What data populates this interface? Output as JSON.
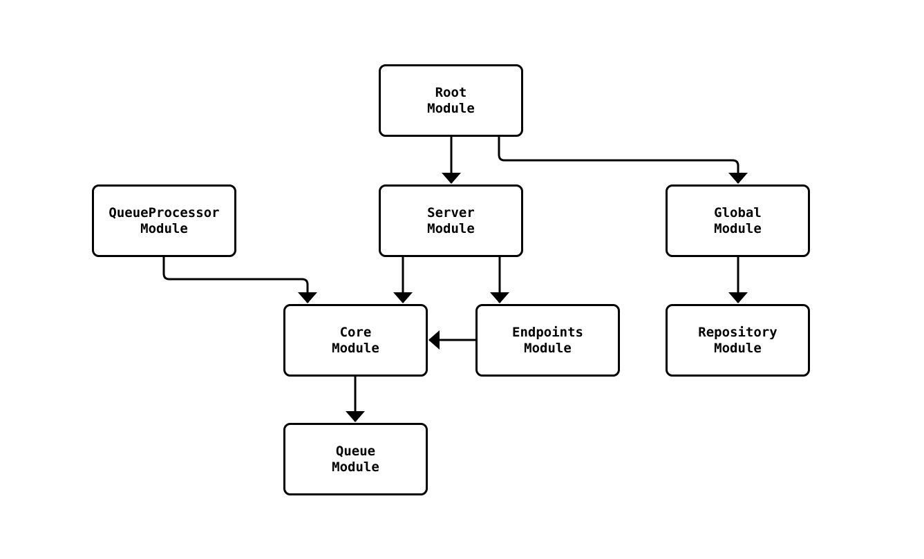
{
  "diagram": {
    "type": "module-dependency-graph",
    "background_color": "#ffffff",
    "node_border_color": "#000000",
    "node_fill_color": "#ffffff",
    "edge_color": "#000000",
    "text_color": "#000000",
    "nodes": [
      {
        "id": "root",
        "label": "Root\nModule"
      },
      {
        "id": "queueprocessor",
        "label": "QueueProcessor\nModule"
      },
      {
        "id": "server",
        "label": "Server\nModule"
      },
      {
        "id": "global",
        "label": "Global\nModule"
      },
      {
        "id": "core",
        "label": "Core\nModule"
      },
      {
        "id": "endpoints",
        "label": "Endpoints\nModule"
      },
      {
        "id": "repository",
        "label": "Repository\nModule"
      },
      {
        "id": "queue",
        "label": "Queue\nModule"
      }
    ],
    "edges": [
      {
        "from": "root",
        "to": "server"
      },
      {
        "from": "root",
        "to": "global"
      },
      {
        "from": "queueprocessor",
        "to": "core"
      },
      {
        "from": "server",
        "to": "core"
      },
      {
        "from": "server",
        "to": "endpoints"
      },
      {
        "from": "endpoints",
        "to": "core"
      },
      {
        "from": "global",
        "to": "repository"
      },
      {
        "from": "core",
        "to": "queue"
      }
    ]
  }
}
